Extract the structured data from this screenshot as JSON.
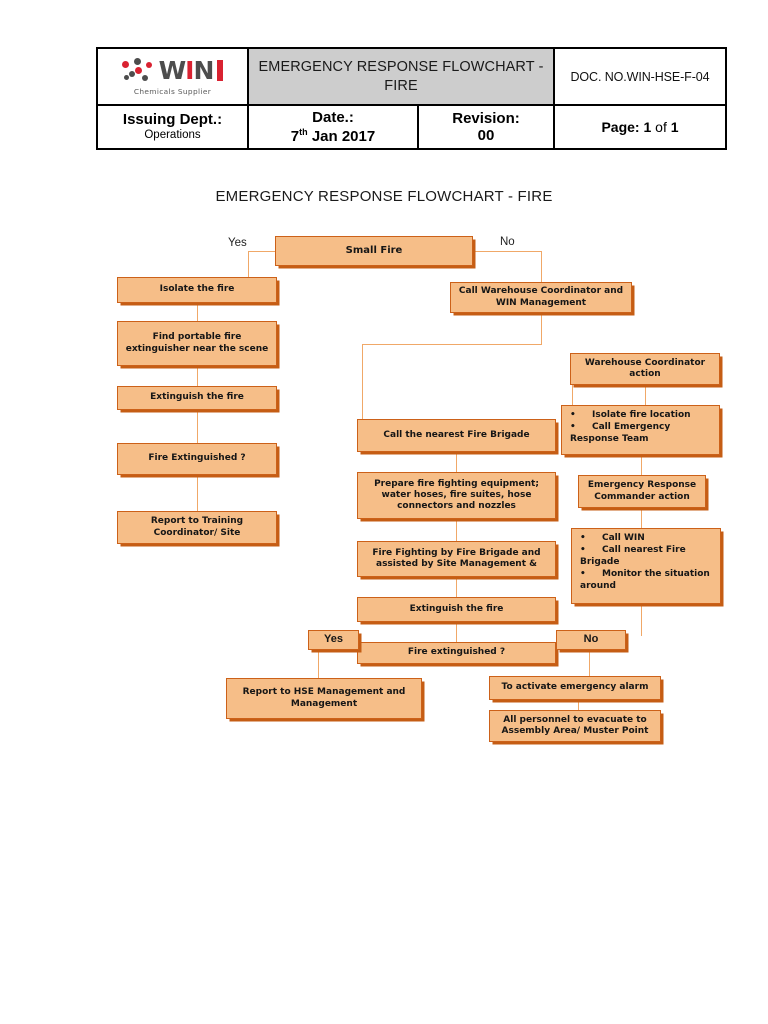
{
  "header": {
    "logo": {
      "word_win": "WIN",
      "tagline": "Chemicals Supplier"
    },
    "title": "EMERGENCY RESPONSE FLOWCHART - FIRE",
    "doc_no": "DOC. NO.WIN-HSE-F-04",
    "issuing_dept_label": "Issuing Dept.:",
    "issuing_dept_value": "Operations",
    "date_label": "Date.:",
    "date_value_num": "7",
    "date_value_sup": "th",
    "date_value_rest": "Jan 2017",
    "revision_label": "Revision:",
    "revision_value": "00",
    "page_label": "Page:",
    "page_value_a": "1",
    "page_of": "of",
    "page_value_b": "1"
  },
  "chart": {
    "title": "EMERGENCY RESPONSE FLOWCHART - FIRE",
    "colors": {
      "node_fill": "#f6be88",
      "node_border": "#cc6119",
      "connector": "#f0a868",
      "header_band": "#cdcdcd",
      "brand_red": "#d92231"
    },
    "labels": {
      "yes_top": "Yes",
      "no_top": "No",
      "yes_bottom": "Yes",
      "no_bottom": "No"
    },
    "nodes": {
      "small_fire": "Small Fire",
      "isolate_fire": "Isolate the fire",
      "find_extinguisher": "Find portable fire extinguisher near the scene",
      "extinguish_left": "Extinguish the fire",
      "fire_extinguished_left": "Fire Extinguished ?",
      "report_training": "Report to Training Coordinator/ Site",
      "call_warehouse": "Call Warehouse  Coordinator and  WIN  Management",
      "call_brigade": "Call the nearest Fire Brigade",
      "prepare_equipment": "Prepare fire fighting equipment; water hoses, fire suites, hose connectors and nozzles",
      "fire_fighting": "Fire Fighting by Fire Brigade and assisted by Site Management &",
      "extinguish_mid": "Extinguish the fire",
      "fire_extinguished_mid": "Fire extinguished ?",
      "warehouse_action": "Warehouse Coordinator action",
      "warehouse_bullets": [
        "Isolate fire location",
        "Call Emergency Response Team"
      ],
      "erc_action": "Emergency Response Commander action",
      "erc_bullets": [
        "Call WIN",
        "Call nearest Fire Brigade",
        "Monitor the situation around"
      ],
      "report_hse": "Report to HSE Management and Management",
      "activate_alarm": "To activate emergency alarm",
      "evacuate": "All personnel to evacuate to Assembly Area/ Muster Point"
    }
  }
}
